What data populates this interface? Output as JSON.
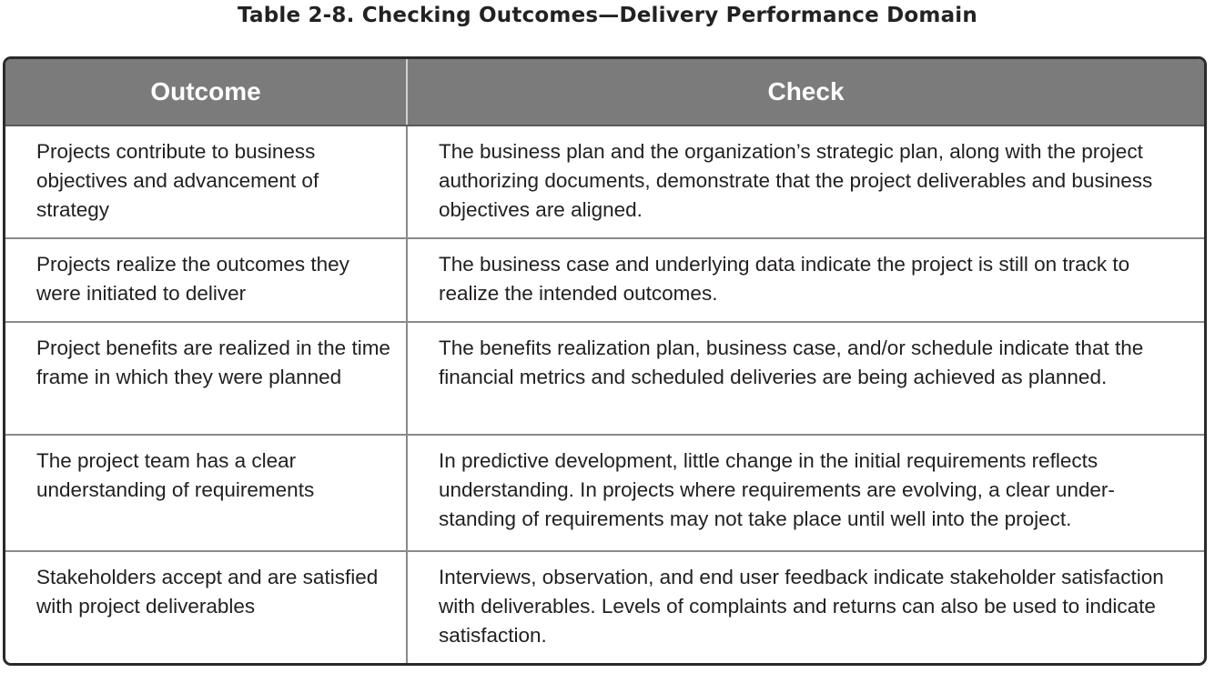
{
  "title": "Table 2-8. Checking Outcomes—Delivery Performance Domain",
  "table": {
    "headers": [
      "Outcome",
      "Check"
    ],
    "rows": [
      {
        "outcome": "Projects contribute to business objectives and advancement of strategy",
        "check": "The business plan and the organization’s strategic plan, along with the project authorizing documents, demonstrate that the project deliverables and business objectives are aligned."
      },
      {
        "outcome": "Projects realize the outcomes they were initiated to deliver",
        "check": "The business case and underlying data indicate the project is still on track to realize the intended outcomes."
      },
      {
        "outcome": "Project benefits are realized in the time frame in which they were planned",
        "check": "The benefits realization plan, business case, and/or schedule indicate that the financial metrics and scheduled deliveries are being achieved as planned."
      },
      {
        "outcome": "The project team has a clear understanding of requirements",
        "check": "In predictive development, little change in the initial requirements reflects understanding. In projects where requirements are evolving, a clear under-standing of requirements may not take place until well into the project."
      },
      {
        "outcome": "Stakeholders accept and are satisfied with project deliverables",
        "check": "Interviews, observation, and end user feedback indicate stakeholder satisfaction with deliverables. Levels of complaints and returns can also be used to indicate satisfaction."
      }
    ]
  },
  "colors": {
    "header_bg": "#7b7b7b",
    "header_text": "#ffffff",
    "frame_border": "#2a2a2a",
    "grid_lines": "#8a8a8a",
    "body_text": "#231f20"
  }
}
